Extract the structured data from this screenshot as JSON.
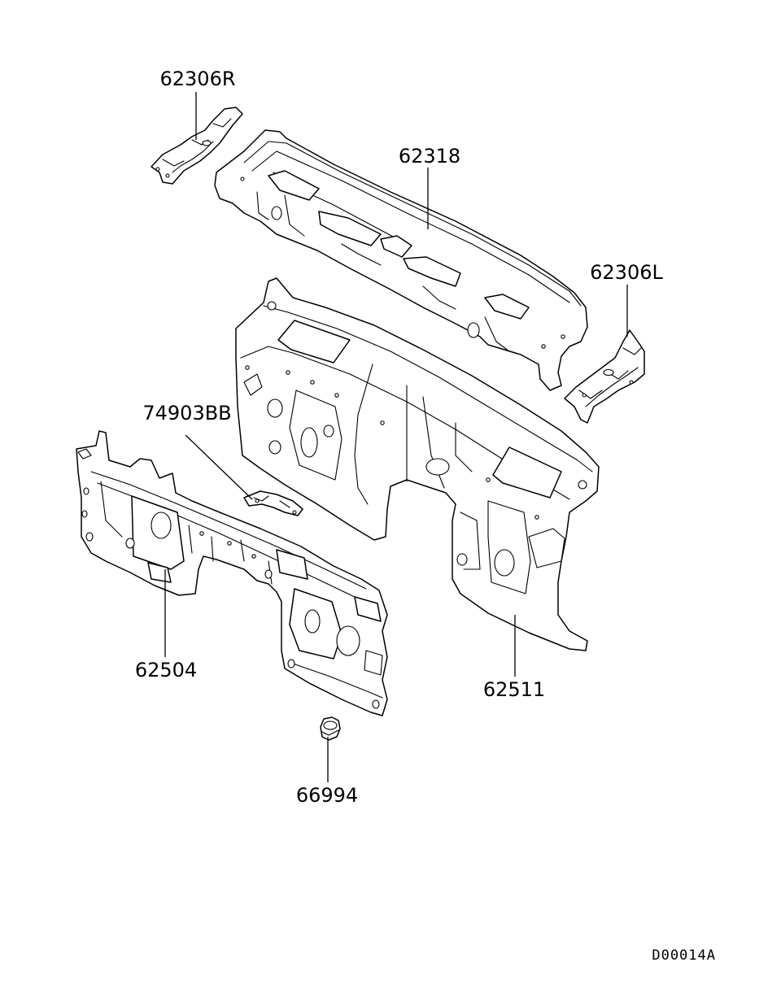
{
  "parts": [
    {
      "id": "p1",
      "number": "62306R"
    },
    {
      "id": "p2",
      "number": "62318"
    },
    {
      "id": "p3",
      "number": "62306L"
    },
    {
      "id": "p4",
      "number": "74903BB"
    },
    {
      "id": "p5",
      "number": "62504"
    },
    {
      "id": "p6",
      "number": "62511"
    },
    {
      "id": "p7",
      "number": "66994"
    }
  ],
  "diagram_code": "D00014A",
  "colors": {
    "line": "#000000",
    "background": "#ffffff"
  }
}
